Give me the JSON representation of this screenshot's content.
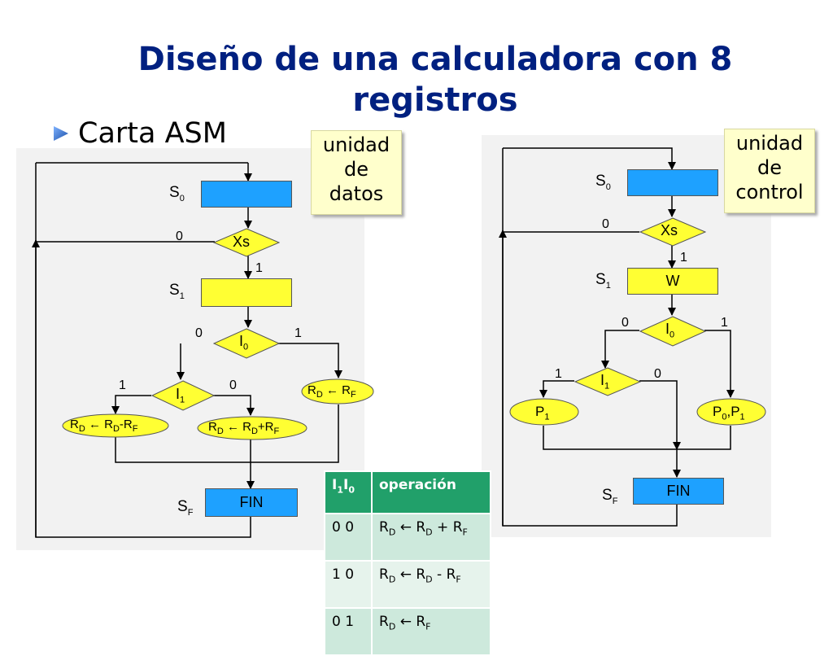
{
  "title": "Diseño de una calculadora con 8 registros",
  "bullet": "Carta ASM",
  "notes": {
    "left": [
      "unidad",
      "de",
      "datos"
    ],
    "right": [
      "unidad",
      "de",
      "control"
    ]
  },
  "left_chart": {
    "state_s0": "S0",
    "state_s1": "S1",
    "state_sf": "SF",
    "xs": "Xs",
    "i0": "I0",
    "i1": "I1",
    "fin": "FIN",
    "out_sub": "RD ← RD-RF",
    "out_add": "RD ← RD+RF",
    "out_mov": "RD ← RF",
    "labels": {
      "xs0": "0",
      "xs1": "1",
      "i0_0": "0",
      "i0_1": "1",
      "i1_1": "1",
      "i1_0": "0"
    }
  },
  "right_chart": {
    "state_s0": "S0",
    "state_s1": "S1",
    "state_sf": "SF",
    "xs": "Xs",
    "w": "W",
    "i0": "I0",
    "i1": "I1",
    "p1": "P1",
    "p0p1": "P0,P1",
    "fin": "FIN",
    "labels": {
      "xs0": "0",
      "xs1": "1",
      "i0_0": "0",
      "i0_1": "1",
      "i1_1": "1",
      "i1_0": "0"
    }
  },
  "table": {
    "headers": [
      "I1I0",
      "operación"
    ],
    "rows": [
      [
        "0 0",
        "RD ← RD + RF"
      ],
      [
        "1 0",
        "RD ← RD - RF"
      ],
      [
        "0 1",
        "RD ← RF"
      ]
    ]
  },
  "colors": {
    "title": "#002080",
    "state_blue": "#1ea1ff",
    "state_yellow": "#ffff33",
    "decision_yellow": "#ffff33",
    "table_header": "#21a06a"
  }
}
